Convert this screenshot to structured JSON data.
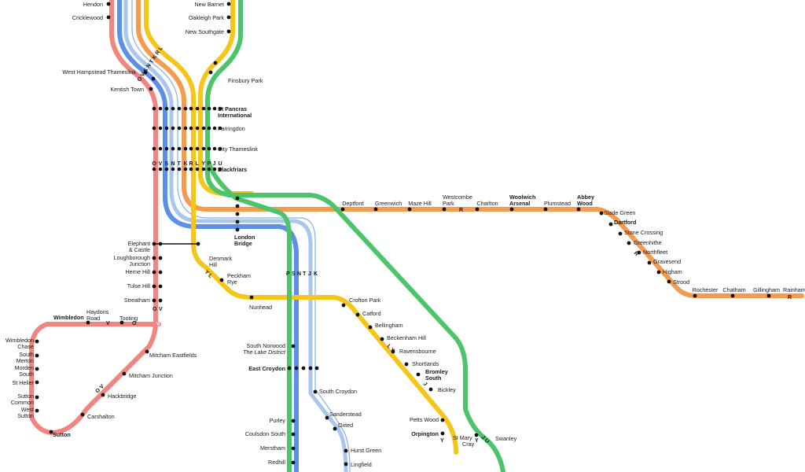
{
  "colors": {
    "thameslink_red": "#f2857f",
    "blue": "#5b8fe8",
    "light_blue": "#a9c6ef",
    "green": "#4cc46a",
    "yellow": "#f5c518",
    "orange": "#f59b4e",
    "ink": "#1a1a1a"
  },
  "stations": {
    "hendon": "Hendon",
    "cricklewood": "Cricklewood",
    "west_hampstead": "West Hampstead Thameslink",
    "kentish_town": "Kentish Town",
    "new_barnet": "New Barnet",
    "oakleigh_park": "Oakleigh Park",
    "new_southgate": "New Southgate",
    "finsbury_park": "Finsbury Park",
    "st_pancras_1": "St Pancras",
    "st_pancras_2": "International",
    "farringdon": "Farringdon",
    "city_thameslink": "City Thameslink",
    "blackfriars": "Blackfriars",
    "deptford": "Deptford",
    "greenwich": "Greenwich",
    "maze_hill": "Maze Hill",
    "westcombe_park_1": "Westcombe",
    "westcombe_park_2": "Park",
    "charlton": "Charlton",
    "woolwich_1": "Woolwich",
    "woolwich_2": "Arsenal",
    "plumstead": "Plumstead",
    "abbey_wood_1": "Abbey",
    "abbey_wood_2": "Wood",
    "slade_green": "Slade Green",
    "dartford": "Dartford",
    "stone_crossing": "Stone Crossing",
    "greenhithe": "Greenhithe",
    "northfleet": "Northfleet",
    "gravesend": "Gravesend",
    "higham": "Higham",
    "strood": "Strood",
    "rochester": "Rochester",
    "chatham": "Chatham",
    "gillingham": "Gillingham",
    "rainham": "Rainham",
    "london_bridge_1": "London",
    "london_bridge_2": "Bridge",
    "elephant_1": "Elephant",
    "elephant_2": "& Castle",
    "loughborough_1": "Loughborough",
    "loughborough_2": "Junction",
    "herne_hill": "Herne Hill",
    "tulse_hill": "Tulse Hill",
    "streatham": "Streatham",
    "denmark_hill_1": "Denmark",
    "denmark_hill_2": "Hill",
    "peckham_rye_1": "Peckham",
    "peckham_rye_2": "Rye",
    "nunhead": "Nunhead",
    "crofton_park": "Crofton Park",
    "catford": "Catford",
    "bellingham": "Bellingham",
    "beckenham_hill": "Beckenham Hill",
    "ravensbourne": "Ravensbourne",
    "shortlands": "Shortlands",
    "bromley_south_1": "Bromley",
    "bromley_south_2": "South",
    "bickley": "Bickley",
    "petts_wood": "Petts Wood",
    "orpington": "Orpington",
    "st_mary_cray_1": "St Mary",
    "st_mary_cray_2": "Cray",
    "swanley": "Swanley",
    "wimbledon": "Wimbledon",
    "haydons_road_1": "Haydons",
    "haydons_road_2": "Road",
    "tooting": "Tooting",
    "wimbledon_chase_1": "Wimbledon",
    "wimbledon_chase_2": "Chase",
    "south_merton_1": "South",
    "south_merton_2": "Merton",
    "morden_south_1": "Morden",
    "morden_south_2": "South",
    "st_helier": "St Helier",
    "sutton_common_1": "Sutton",
    "sutton_common_2": "Common",
    "west_sutton_1": "West",
    "west_sutton_2": "Sutton",
    "sutton": "Sutton",
    "carshalton": "Carshalton",
    "hackbridge": "Hackbridge",
    "mitcham_junction": "Mitcham Junction",
    "mitcham_eastfields": "Mitcham Eastfields",
    "south_norwood": "South Norwood",
    "lake_district": "The Lake District",
    "east_croydon": "East Croydon",
    "south_croydon": "South Croydon",
    "sanderstead": "Sanderstead",
    "oxted": "Oxted",
    "hurst_green": "Hurst Green",
    "lingfield": "Lingfield",
    "purley": "Purley",
    "coulsdon_south": "Coulsdon South",
    "merstham": "Merstham",
    "redhill": "Redhill"
  },
  "route_codes": {
    "core": [
      "O",
      "V",
      "S",
      "N",
      "T",
      "K",
      "R",
      "L",
      "Y",
      "P",
      "J",
      "U"
    ],
    "north_diag": "O V S N T K R L",
    "croydon": [
      "P",
      "S",
      "N",
      "T",
      "J",
      "K"
    ],
    "west_ov": [
      "O",
      "V"
    ],
    "elephant_ov": [
      "O",
      "V"
    ],
    "loop_v": "V",
    "loop_o": "O",
    "loop_diag": "O V",
    "kentish_ov": "O V",
    "woolwich_r": "R",
    "rainham_r": "R",
    "dartford_diag": "R",
    "catford_diag": "L Y",
    "peckham_diag": "Y L",
    "bromley_j": "J",
    "orpington_y": "Y",
    "swanley_diag": "J U",
    "tooting_v": "V",
    "stmary_y": "Y"
  }
}
